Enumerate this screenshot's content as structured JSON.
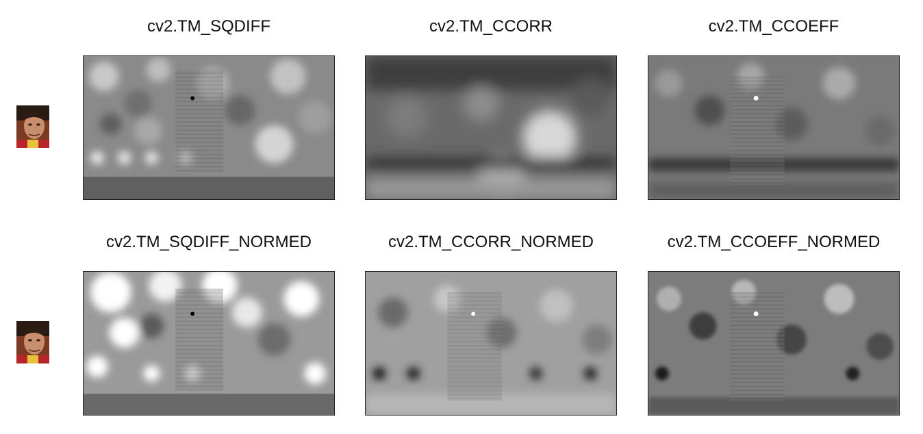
{
  "template_thumbnail": {
    "icon": "face-template-thumbnail",
    "description_visible": false
  },
  "grid": {
    "row1": {
      "titles": [
        "cv2.TM_SQDIFF",
        "cv2.TM_CCORR",
        "cv2.TM_CCOEFF"
      ]
    },
    "row2": {
      "titles": [
        "cv2.TM_SQDIFF_NORMED",
        "cv2.TM_CCORR_NORMED",
        "cv2.TM_CCOEFF_NORMED"
      ]
    }
  },
  "colors": {
    "border": "#222222",
    "background": "#ffffff",
    "bright_spot": "#ffffff",
    "dark_spot": "#000000"
  }
}
